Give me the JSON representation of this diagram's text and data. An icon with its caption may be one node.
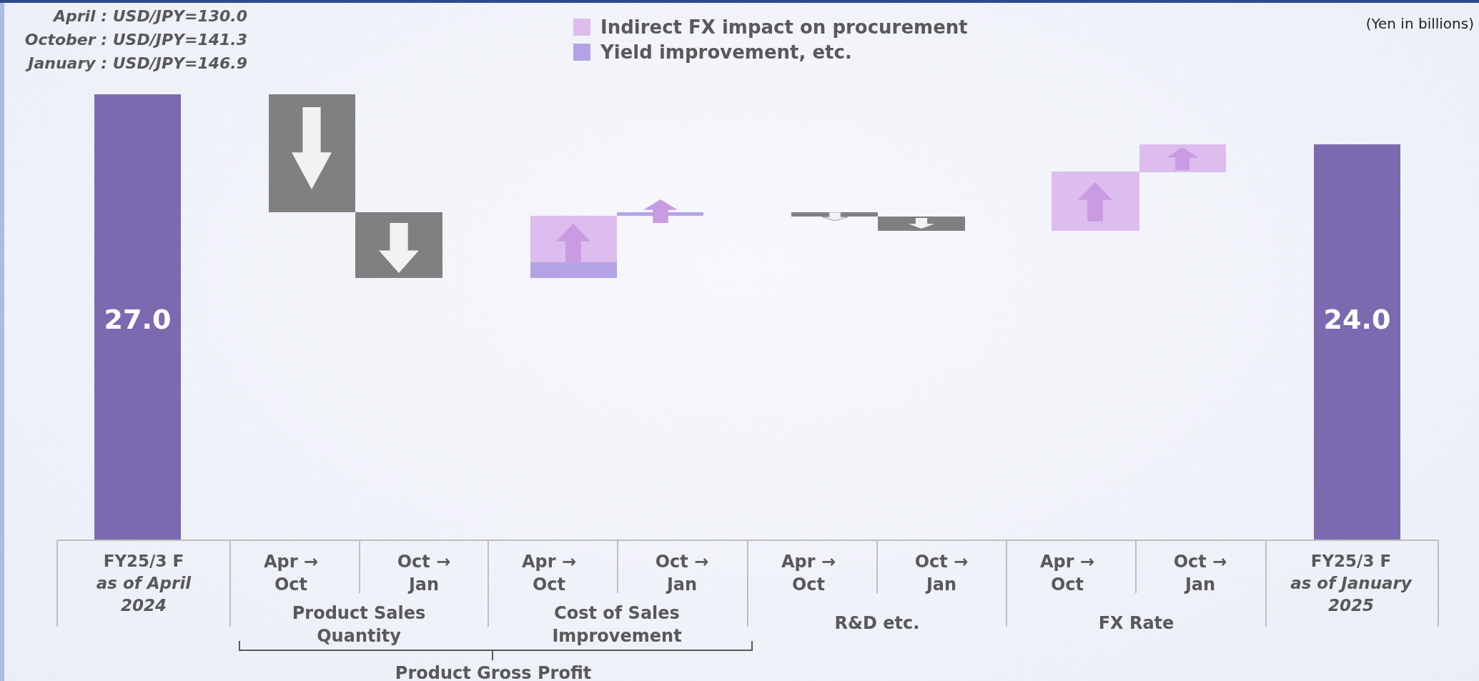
{
  "diagram": {
    "labels": [
      "April : USD/JPY=130.0",
      "October : USD/JPY=141.3",
      "January : USD/JPY=146.9",
      "(Yen in billions)",
      "27.0",
      "24.0",
      "FY25/3 F *as of April 2024*",
      "Apr → Oct",
      "Oct → Jan",
      "Apr → Oct",
      "Oct → Jan",
      "Apr → Oct",
      "Oct → Jan",
      "Apr → Oct",
      "Oct → Jan",
      "Product Sales Quantity",
      "Cost of Sales Improvement",
      "R&D etc.",
      "FX Rate",
      "FY25/3 F *as of January 2025*",
      "Product Gross Profit"
    ],
    "legend": [
      {
        "text": "Indirect FX impact on procurement",
        "color": "#dcbdee"
      },
      {
        "text": "Yield improvement, etc.",
        "color": "#b3a3e6"
      }
    ]
  }
}
